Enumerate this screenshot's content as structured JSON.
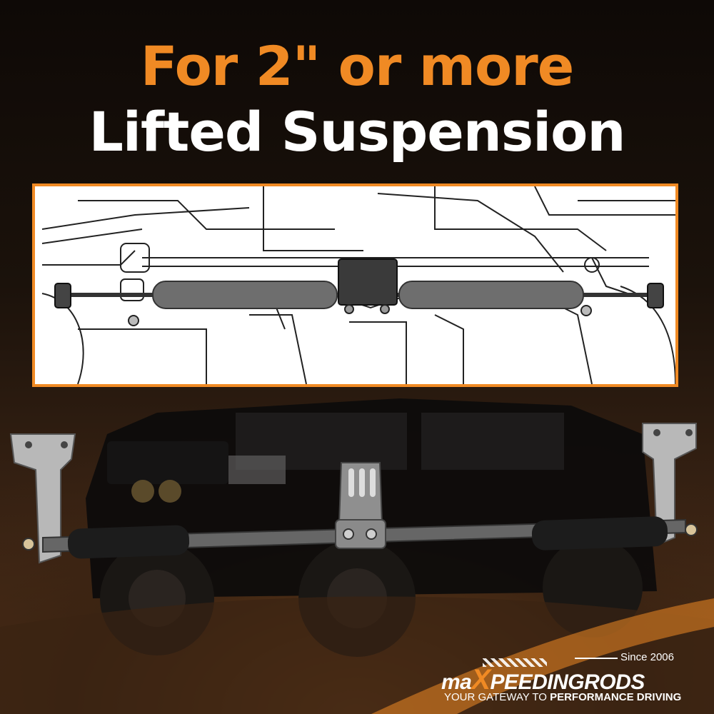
{
  "headline": {
    "line1": "For 2\" or more",
    "line2": "Lifted Suspension"
  },
  "brand": {
    "since": "Since 2006",
    "logo_prefix": "ma",
    "logo_x": "X",
    "logo_rest": "PEEDINGRODS",
    "tagline_plain": "YOUR GATEWAY TO ",
    "tagline_bold": "PERFORMANCE DRIVING"
  },
  "colors": {
    "accent": "#f08a24",
    "headline_white": "#ffffff",
    "background_dark": "#140d08",
    "damper_gray": "#6e6e6e"
  }
}
